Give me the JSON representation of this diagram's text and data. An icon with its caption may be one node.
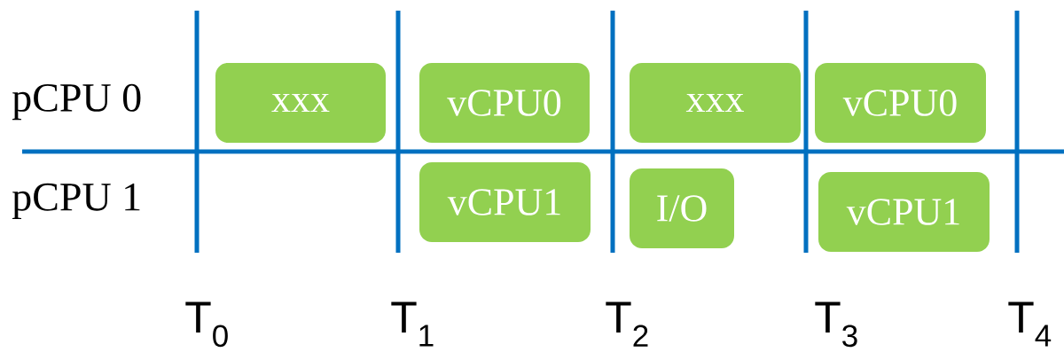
{
  "diagram": {
    "nodes": [
      {
        "text": [
          "xxx"
        ]
      },
      {
        "text": [
          "vCPU0"
        ]
      },
      {
        "text": [
          "xxx"
        ]
      },
      {
        "text": [
          "vCPU0"
        ]
      },
      {
        "text": [
          "vCPU1"
        ]
      },
      {
        "text": [
          "I/O"
        ]
      },
      {
        "text": [
          "vCPU1"
        ]
      }
    ],
    "labels": [
      "pCPU 0",
      "pCPU 1",
      "T$_{0}$",
      "T$_{1}$",
      "T$_{2}$",
      "T$_{3}$",
      "T$_{4}$"
    ]
  }
}
